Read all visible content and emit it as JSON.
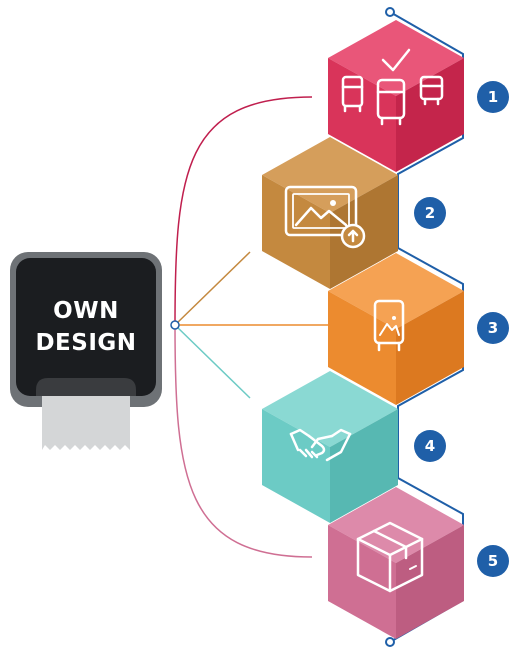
{
  "title": {
    "line1": "OWN",
    "line2": "DESIGN"
  },
  "steps": [
    {
      "number": "1",
      "icon": "dispensers-check-icon",
      "color": "#d9345a"
    },
    {
      "number": "2",
      "icon": "image-upload-icon",
      "color": "#c4893f"
    },
    {
      "number": "3",
      "icon": "dispenser-design-icon",
      "color": "#ec8b2f"
    },
    {
      "number": "4",
      "icon": "handshake-icon",
      "color": "#6ccbc5"
    },
    {
      "number": "5",
      "icon": "package-box-icon",
      "color": "#cf6f93"
    }
  ],
  "colors": {
    "badge": "#1f5fa8",
    "spine": "#1f5fa8",
    "device_body": "#1b1d20",
    "device_frame": "#6e7276",
    "paper": "#d4d6d7",
    "connector_top": "#c01f4e",
    "connector_step2": "#c4893f",
    "connector_step3": "#ec8b2f",
    "connector_step4": "#6ccbc5",
    "connector_bottom": "#cf6f93"
  }
}
